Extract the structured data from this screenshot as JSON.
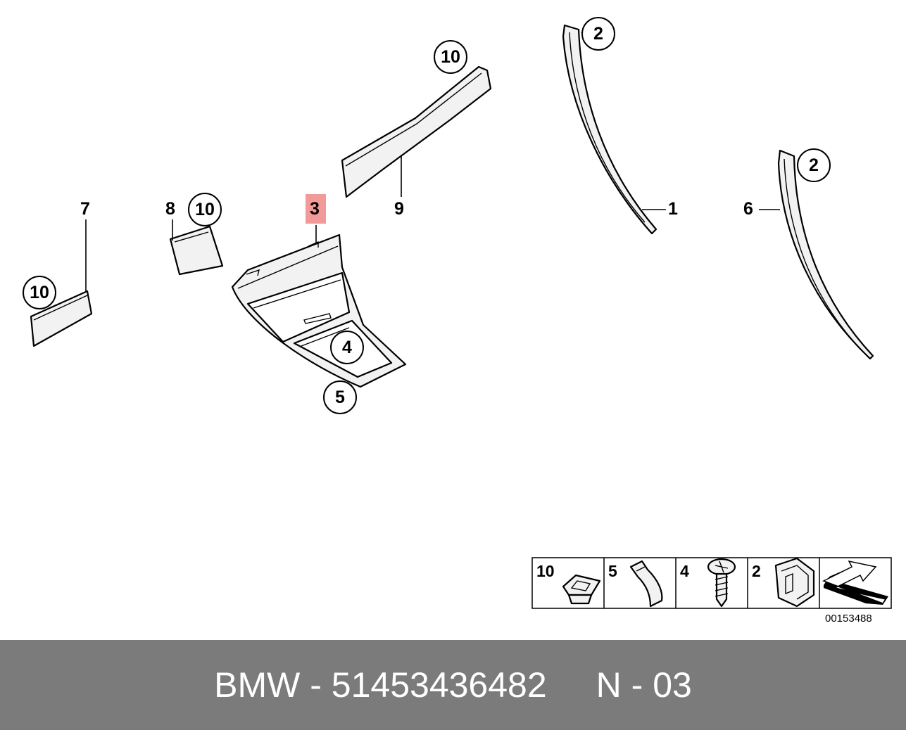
{
  "labels": {
    "p1": "1",
    "p2a": "2",
    "p2b": "2",
    "p3": "3",
    "p4": "4",
    "p5": "5",
    "p6": "6",
    "p7": "7",
    "p8": "8",
    "p9": "9",
    "p10a": "10",
    "p10b": "10",
    "p10c": "10"
  },
  "highlight_color": "#f29a9a",
  "legend": {
    "cells": [
      "10",
      "5",
      "4",
      "2"
    ],
    "ref_number": "00153488"
  },
  "footer": {
    "part_text": "BMW - 51453436482",
    "code_text": "N - 03"
  }
}
